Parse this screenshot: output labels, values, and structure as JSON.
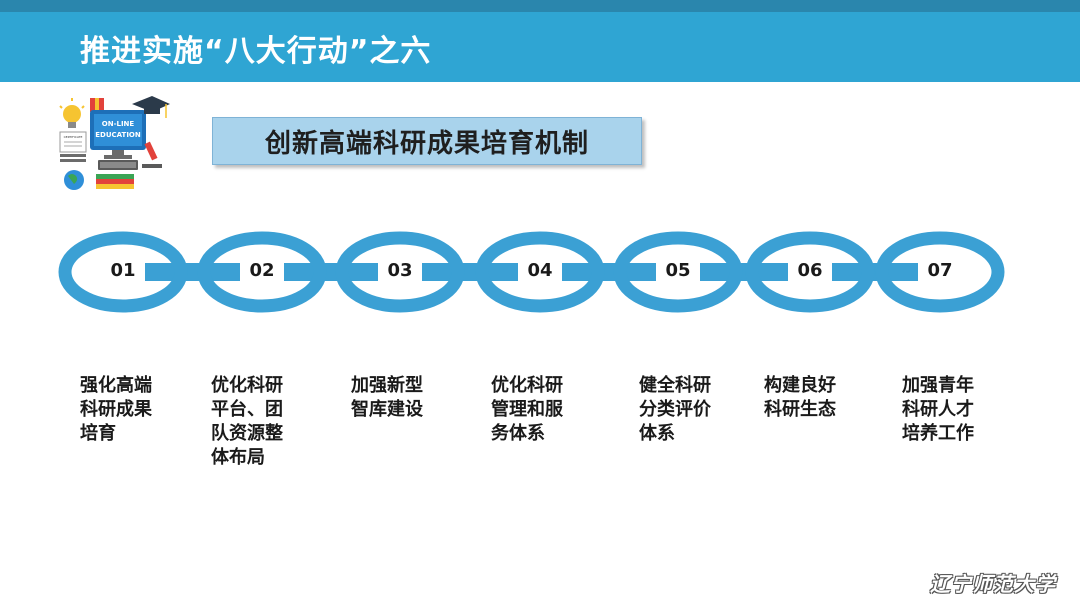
{
  "header": {
    "title": "推进实施“八大行动”之六"
  },
  "logo": {
    "screen_line1": "ON-LINE",
    "screen_line2": "EDUCATION",
    "certificate_label": "CERTIFICATE"
  },
  "subtitle": "创新高端科研成果培育机制",
  "chain": {
    "color": "#3ba0d4",
    "links": [
      {
        "num": "01",
        "lines": [
          "强化高端",
          "科研成果",
          "培育"
        ]
      },
      {
        "num": "02",
        "lines": [
          "优化科研",
          "平台、团",
          "队资源整",
          "体布局"
        ]
      },
      {
        "num": "03",
        "lines": [
          "加强新型",
          "智库建设"
        ]
      },
      {
        "num": "04",
        "lines": [
          "优化科研",
          "管理和服",
          "务体系"
        ]
      },
      {
        "num": "05",
        "lines": [
          "健全科研",
          "分类评价",
          "体系"
        ]
      },
      {
        "num": "06",
        "lines": [
          "构建良好",
          "科研生态"
        ]
      },
      {
        "num": "07",
        "lines": [
          "加强青年",
          "科研人才",
          "培养工作"
        ]
      }
    ]
  },
  "footer": {
    "brand": "辽宁师范大学"
  }
}
